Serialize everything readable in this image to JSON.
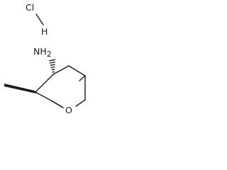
{
  "molecule": {
    "salt_counterion": {
      "chlorine": "Cl",
      "hydrogen": "H"
    },
    "substituents": {
      "amine": "NH",
      "amine_subscript": "2"
    },
    "ring_atoms": {
      "oxygen": "O"
    }
  }
}
